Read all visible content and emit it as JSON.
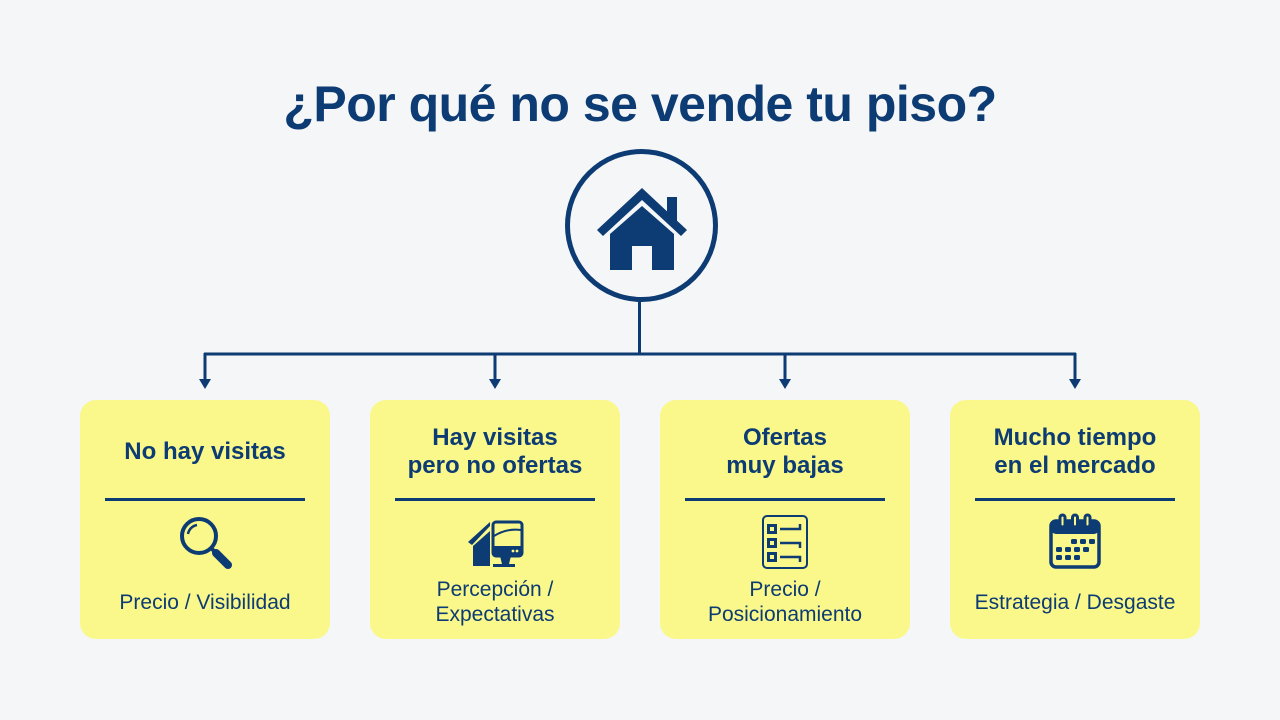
{
  "title": "¿Por qué no se vende tu piso?",
  "hub": {
    "icon": "house-icon"
  },
  "colors": {
    "primary": "#0d3b73",
    "card_bg": "#faf88a",
    "background": "#f5f6f7"
  },
  "cards": [
    {
      "heading": "No hay visitas",
      "icon": "magnifier-icon",
      "footer": "Precio / Visibilidad"
    },
    {
      "heading": "Hay visitas\npero no ofertas",
      "icon": "house-monitor-icon",
      "footer": "Percepción /\nExpectativas"
    },
    {
      "heading": "Ofertas\nmuy bajas",
      "icon": "checklist-icon",
      "footer": "Precio /\nPosicionamiento"
    },
    {
      "heading": "Mucho tiempo\nen el mercado",
      "icon": "calendar-icon",
      "footer": "Estrategia / Desgaste"
    }
  ]
}
